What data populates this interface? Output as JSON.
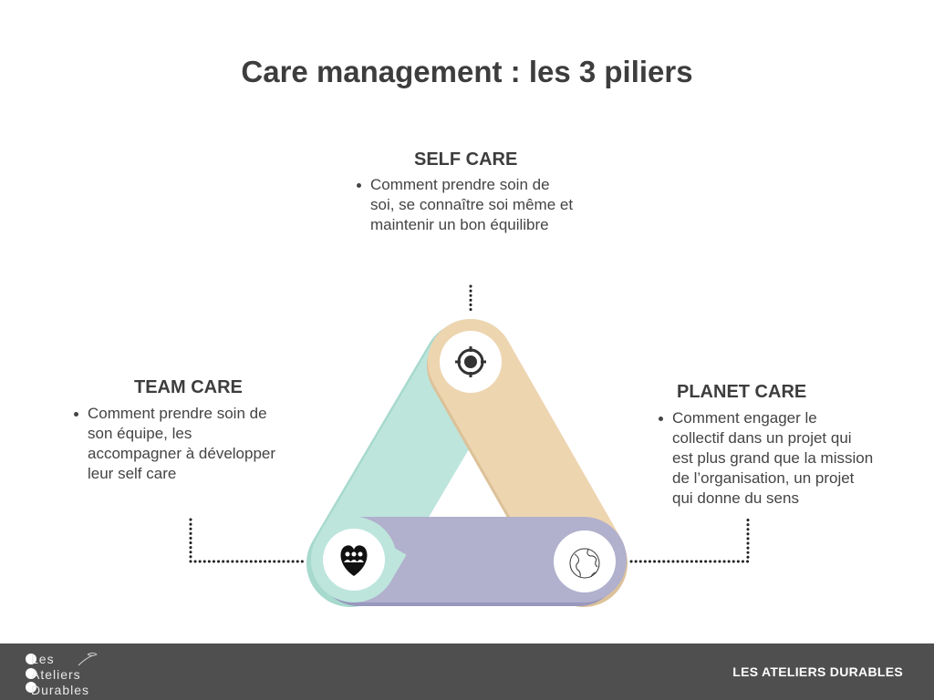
{
  "title": "Care management : les 3 piliers",
  "pillars": {
    "self": {
      "heading": "SELF CARE",
      "lines": [
        "Comment prendre soin de",
        "soi, se connaître soi même et",
        "maintenir un bon équilibre"
      ],
      "icon": "target-icon",
      "color": "#edd5b0"
    },
    "team": {
      "heading": "TEAM CARE",
      "lines": [
        "Comment prendre soin de",
        "son équipe, les",
        "accompagner à développer",
        "leur self care"
      ],
      "icon": "heart-team-icon",
      "color": "#bde5dc"
    },
    "planet": {
      "heading": "PLANET CARE",
      "lines": [
        "Comment engager le",
        "collectif dans un projet qui",
        "est plus grand que la mission",
        "de l’organisation,  un projet",
        "qui donne du sens"
      ],
      "icon": "globe-icon",
      "color": "#b1b0cd"
    }
  },
  "footer": {
    "brand": "LES ATELIERS DURABLES",
    "logo": {
      "line1": "Les",
      "line2": "Ateliers",
      "line3": "Durables"
    }
  }
}
